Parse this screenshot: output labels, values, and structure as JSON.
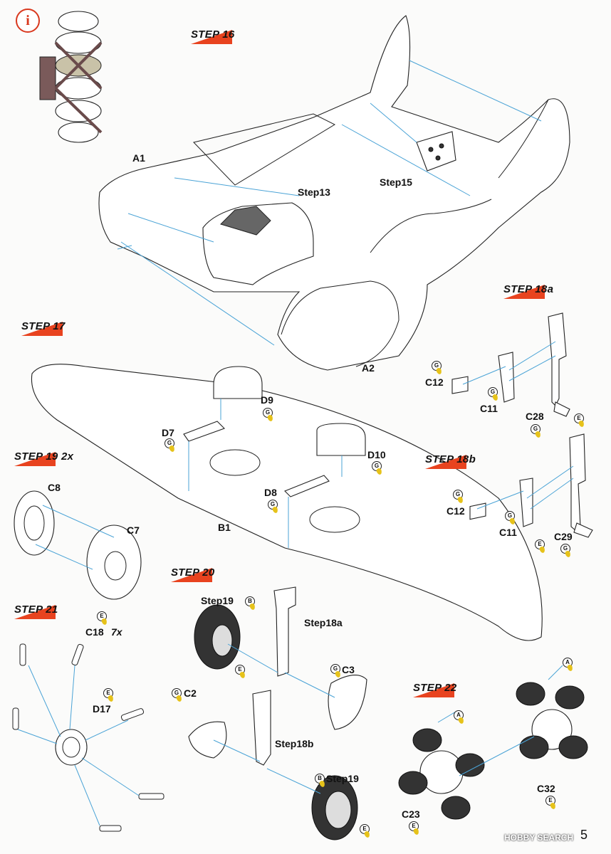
{
  "steps": {
    "s16": "STEP 16",
    "s17": "STEP 17",
    "s18a": "STEP 18a",
    "s18b": "STEP 18b",
    "s19": "STEP 19  2x",
    "s20": "STEP 20",
    "s21": "STEP 21",
    "s22": "STEP 22"
  },
  "labels": {
    "a1": "A1",
    "a2": "A2",
    "step13": "Step13",
    "step15": "Step15",
    "c12a": "C12",
    "c11a": "C11",
    "c28": "C28",
    "d9": "D9",
    "d7": "D7",
    "d10": "D10",
    "d8": "D8",
    "b1": "B1",
    "c12b": "C12",
    "c11b": "C11",
    "c29": "C29",
    "c8": "C8",
    "c7": "C7",
    "step19a": "Step19",
    "step18a": "Step18a",
    "c3": "C3",
    "c18": "C18",
    "c18_qty": "7x",
    "d17": "D17",
    "c2": "C2",
    "step18b": "Step18b",
    "step19b": "Step19",
    "c32": "C32",
    "c23": "C23"
  },
  "color_codes": {
    "g": "G",
    "e": "E",
    "b": "B",
    "a": "A"
  },
  "info_icon": "i",
  "page_number": "5",
  "watermark": "HOBBY SEARCH",
  "colors": {
    "step_flag": "#e8431f",
    "arrow_line": "#4aa3d6",
    "paint_drop": "#e6c21a",
    "info": "#d9381e"
  }
}
